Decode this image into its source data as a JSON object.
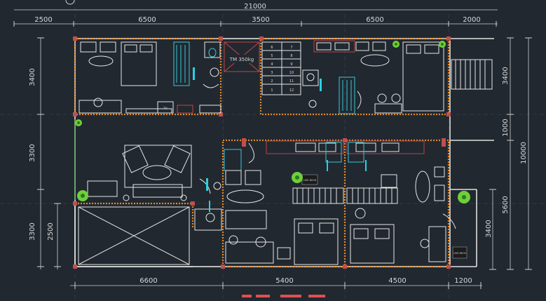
{
  "drawing": {
    "dim_top_total": "21000",
    "dim_top_segments": [
      "2500",
      "6500",
      "3500",
      "6500",
      "2000"
    ],
    "dim_bottom_segments": [
      "6600",
      "5400",
      "4500",
      "1200"
    ],
    "dim_left_outer": [
      "3400",
      "3300",
      "3300"
    ],
    "dim_left_inner": [
      "2500"
    ],
    "dim_right_inner": [
      "3400",
      "1000",
      "5600",
      "3400"
    ],
    "dim_right_total": "10000",
    "elevator_label": "TM 350kg",
    "stair_numbers": [
      "1",
      "2",
      "3",
      "4",
      "5",
      "6",
      "7",
      "8",
      "9",
      "10",
      "11",
      "12"
    ],
    "appliance_badges": [
      "LIVE DECK",
      "LIVE DECK",
      "LIVE DECK"
    ]
  },
  "colors": {
    "background": "#212830",
    "wall_hatch": "#e08a2a",
    "fixtures": "#3ac6d8",
    "column": "#c0504d",
    "plant": "#6fcf3a"
  }
}
